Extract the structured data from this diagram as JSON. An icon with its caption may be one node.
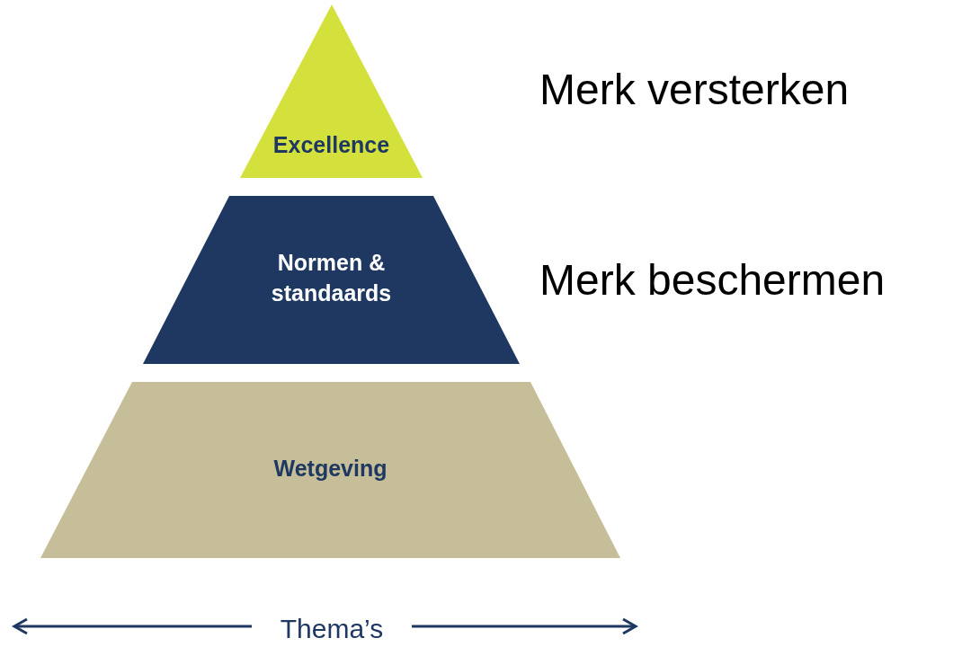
{
  "diagram": {
    "nodes": [
      {
        "text": [
          "Excellence"
        ]
      },
      {
        "text": [
          "Normen & standaards"
        ]
      },
      {
        "text": [
          "Wetgeving"
        ]
      }
    ],
    "labels": [
      "Merk versterken",
      "Merk beschermen",
      "Thema’s"
    ]
  }
}
